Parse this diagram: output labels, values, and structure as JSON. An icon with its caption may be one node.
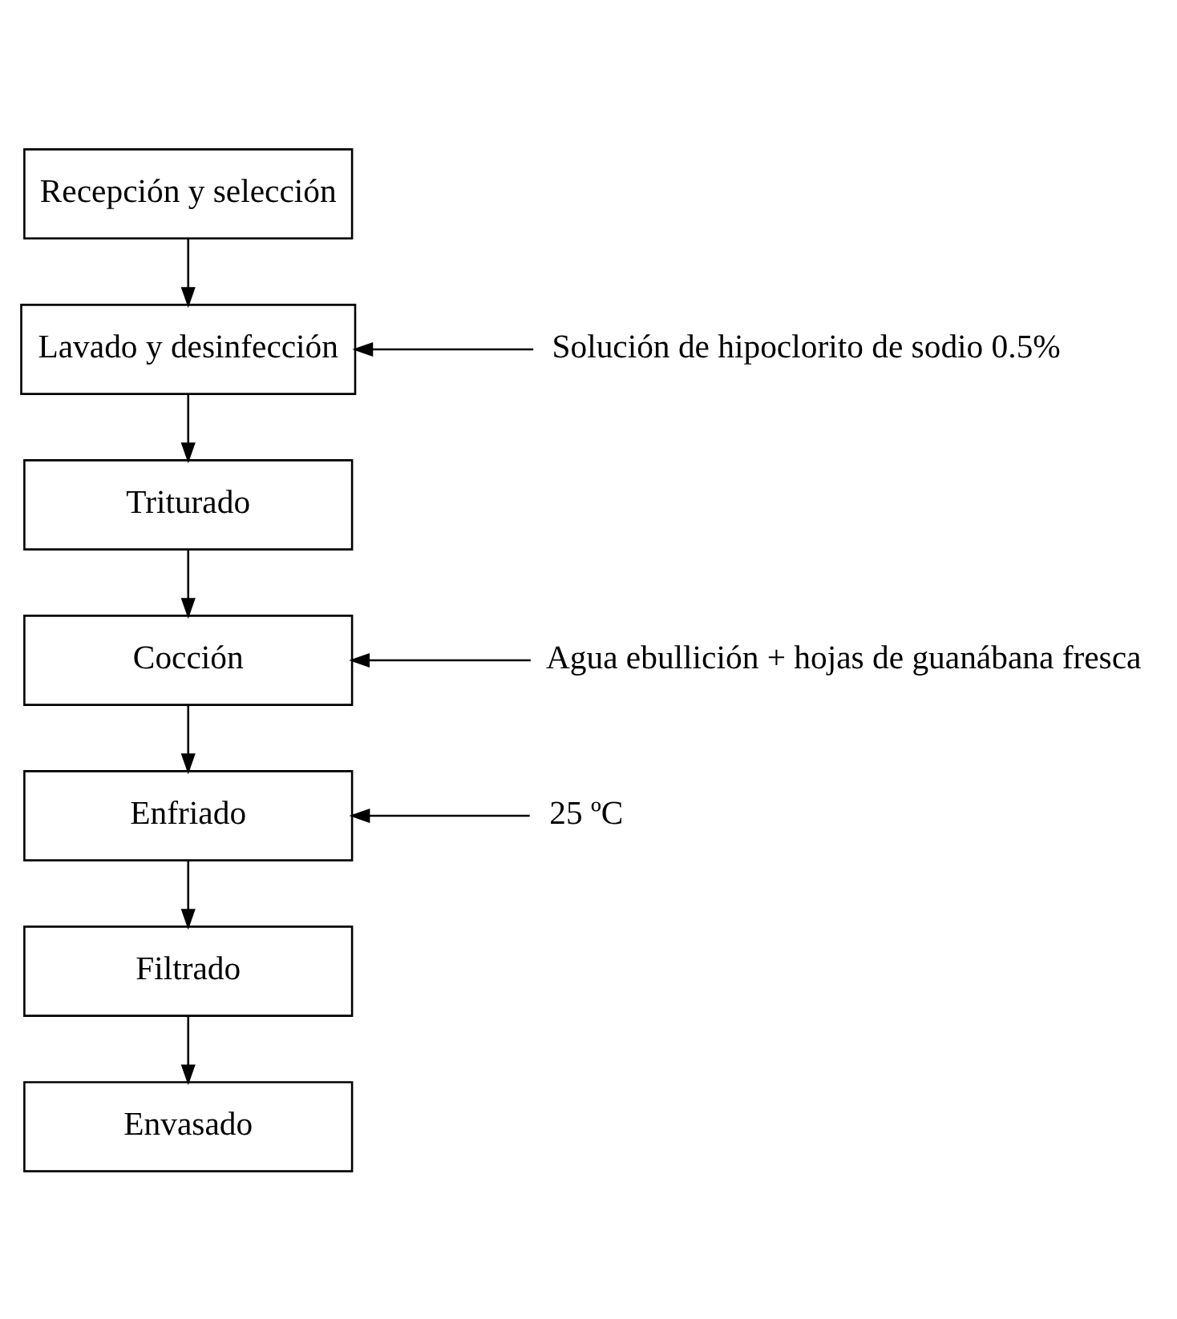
{
  "diagram": {
    "nodes": [
      {
        "text": [
          "Recepción y selección"
        ]
      },
      {
        "text": [
          "Lavado y desinfección"
        ]
      },
      {
        "text": [
          "Triturado"
        ]
      },
      {
        "text": [
          "Cocción"
        ]
      },
      {
        "text": [
          "Enfriado"
        ]
      },
      {
        "text": [
          "Filtrado"
        ]
      },
      {
        "text": [
          "Envasado"
        ]
      },
      {
        "text": [
          "Solución de hipoclorito de sodio 0.5%"
        ]
      },
      {
        "text": [
          "Agua ebullición + hojas de guanábana fresca"
        ]
      },
      {
        "text": [
          "25 ºC"
        ]
      }
    ],
    "edges": [
      {
        "from": 0,
        "to": 1,
        "arrow": "to"
      },
      {
        "from": 7,
        "to": 1,
        "arrow": "to"
      },
      {
        "from": 1,
        "to": 2,
        "arrow": "to"
      },
      {
        "from": 2,
        "to": 3,
        "arrow": "to"
      },
      {
        "from": 8,
        "to": 3,
        "arrow": "to"
      },
      {
        "from": 3,
        "to": 4,
        "arrow": "to"
      },
      {
        "from": 9,
        "to": 4,
        "arrow": "to"
      },
      {
        "from": 4,
        "to": 5,
        "arrow": "to"
      },
      {
        "from": 5,
        "to": 6,
        "arrow": "to"
      }
    ]
  }
}
